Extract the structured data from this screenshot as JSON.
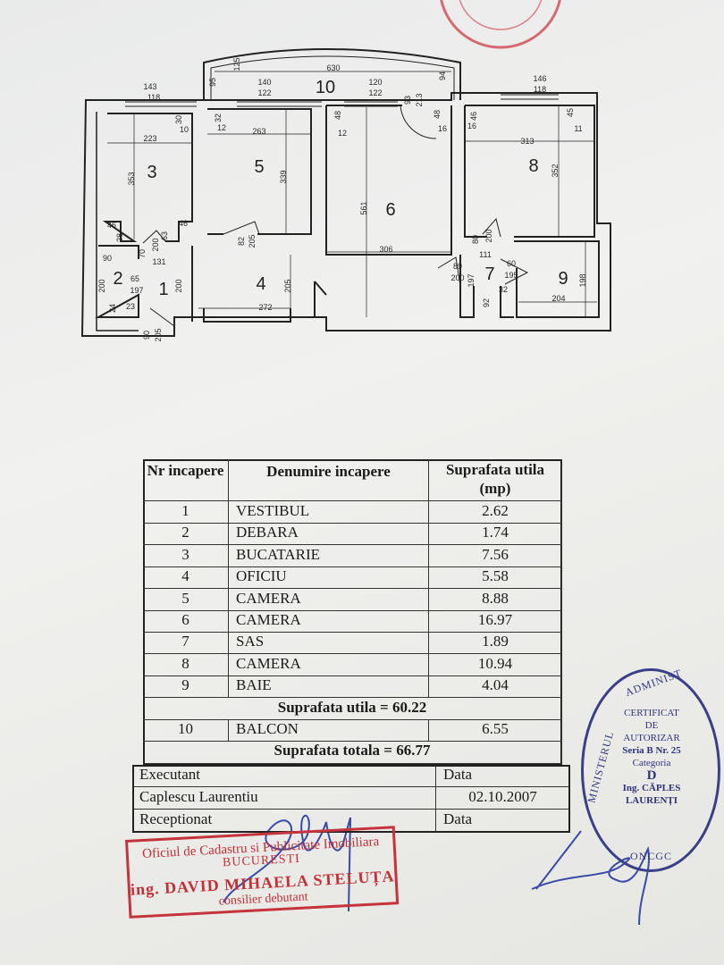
{
  "plan": {
    "rooms": [
      "1",
      "2",
      "3",
      "4",
      "5",
      "6",
      "7",
      "8",
      "9",
      "10"
    ],
    "dims": [
      "143",
      "118",
      "95",
      "125",
      "630",
      "140",
      "122",
      "120",
      "122",
      "94",
      "93",
      "213",
      "146",
      "118",
      "223",
      "353",
      "30",
      "10",
      "46",
      "46",
      "28",
      "63",
      "70",
      "200",
      "32",
      "12",
      "263",
      "339",
      "82",
      "205",
      "48",
      "12",
      "561",
      "306",
      "48",
      "16",
      "46",
      "16",
      "313",
      "352",
      "45",
      "11",
      "90",
      "65",
      "197",
      "200",
      "131",
      "200",
      "24",
      "23",
      "90",
      "205",
      "272",
      "205",
      "80",
      "200",
      "111",
      "89",
      "200",
      "197",
      "60",
      "195",
      "92",
      "32",
      "198",
      "204"
    ]
  },
  "table": {
    "headers": {
      "nr": "Nr incapere",
      "name": "Denumire incapere",
      "area": "Suprafata utila (mp)"
    },
    "rows": [
      {
        "nr": "1",
        "name": "VESTIBUL",
        "area": "2.62"
      },
      {
        "nr": "2",
        "name": "DEBARA",
        "area": "1.74"
      },
      {
        "nr": "3",
        "name": "BUCATARIE",
        "area": "7.56"
      },
      {
        "nr": "4",
        "name": "OFICIU",
        "area": "5.58"
      },
      {
        "nr": "5",
        "name": "CAMERA",
        "area": "8.88"
      },
      {
        "nr": "6",
        "name": "CAMERA",
        "area": "16.97"
      },
      {
        "nr": "7",
        "name": "SAS",
        "area": "1.89"
      },
      {
        "nr": "8",
        "name": "CAMERA",
        "area": "10.94"
      },
      {
        "nr": "9",
        "name": "BAIE",
        "area": "4.04"
      }
    ],
    "subtotal": "Suprafata utila = 60.22",
    "balcony": {
      "nr": "10",
      "name": "BALCON",
      "area": "6.55"
    },
    "total": "Suprafata totala = 66.77",
    "executant_label": "Executant",
    "date_label": "Data",
    "executant_name": "Caplescu Laurentiu",
    "executant_date": "02.10.2007",
    "receptionat_label": "Receptionat",
    "receptionat_date_label": "Data"
  },
  "stamps": {
    "red": {
      "line1": "Oficiul de Cadastru si Publicitate Imobiliara",
      "line2": "BUCURESTI",
      "line3": "ing. DAVID MIHAELA STELUȚA",
      "line4": "consilier debutant",
      "color": "#c5333d"
    },
    "blue": {
      "ring_top": "ADMINIST",
      "ring_left": "MINISTERUL",
      "ring_bottom": "ONCGC",
      "line1": "CERTIFICAT",
      "line2": "DE",
      "line3": "AUTORIZAR",
      "line4": "Seria B Nr. 25",
      "line5": "Categoria",
      "line6": "D",
      "line7": "Ing. CĂPLES",
      "line8": "LAURENȚI",
      "color": "#3a3f88"
    }
  }
}
